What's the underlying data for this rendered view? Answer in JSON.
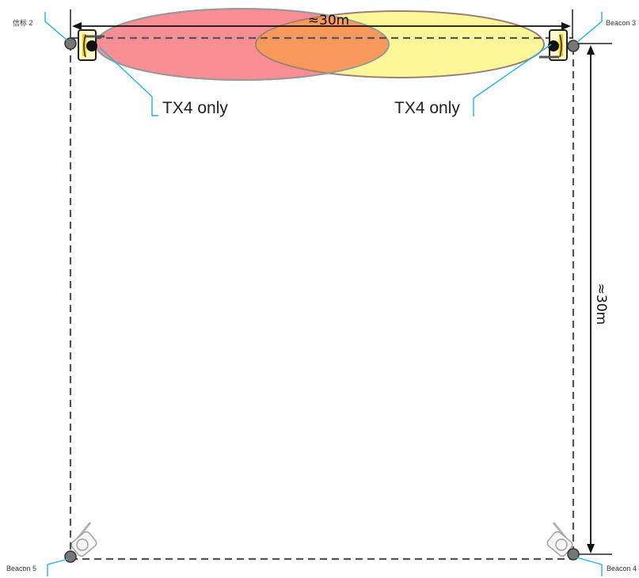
{
  "beacons": {
    "b2": "信标 2",
    "b3": "Beacon 3",
    "b4": "Beacon 4",
    "b5": "Beacon 5"
  },
  "dimensions": {
    "horizontal": "≈30m",
    "vertical": "≈30m"
  },
  "tx_labels": {
    "left": "TX4 only",
    "right": "TX4 only"
  },
  "colors": {
    "left_beam": "#f8737a",
    "right_beam": "#fbf36e",
    "overlap": "#f99a5c",
    "callout_line": "#1fb4e6",
    "boundary": "#555555",
    "beacon_dot": "#777777"
  }
}
